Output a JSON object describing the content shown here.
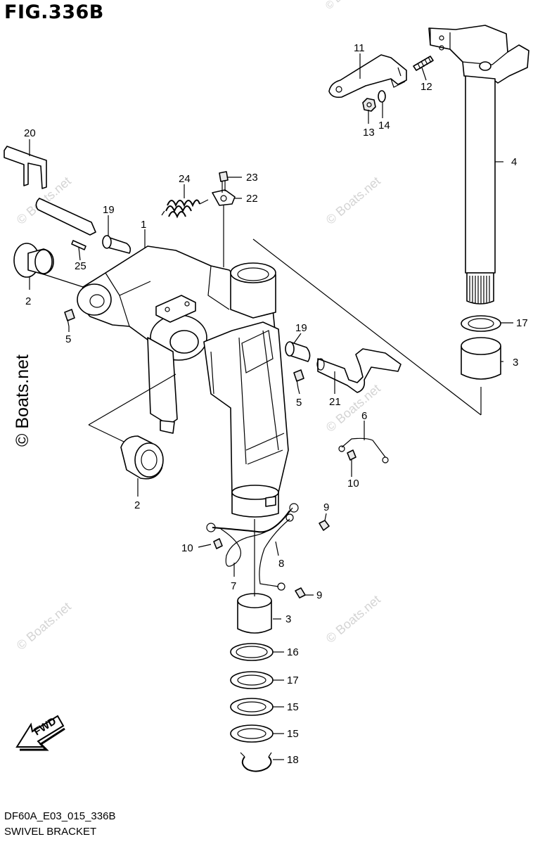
{
  "figure": {
    "title": "FIG.336B",
    "code": "DF60A_E03_015_336B",
    "name": "SWIVEL BRACKET"
  },
  "watermark": {
    "text": "© Boats.net",
    "large_text": "© Boats.net"
  },
  "direction": {
    "label": "FWD"
  },
  "callouts": [
    "1",
    "2",
    "2",
    "3",
    "3",
    "4",
    "5",
    "5",
    "6",
    "7",
    "8",
    "9",
    "9",
    "10",
    "10",
    "11",
    "12",
    "13",
    "14",
    "15",
    "15",
    "16",
    "17",
    "17",
    "18",
    "19",
    "19",
    "20",
    "21",
    "22",
    "23",
    "24",
    "25"
  ]
}
